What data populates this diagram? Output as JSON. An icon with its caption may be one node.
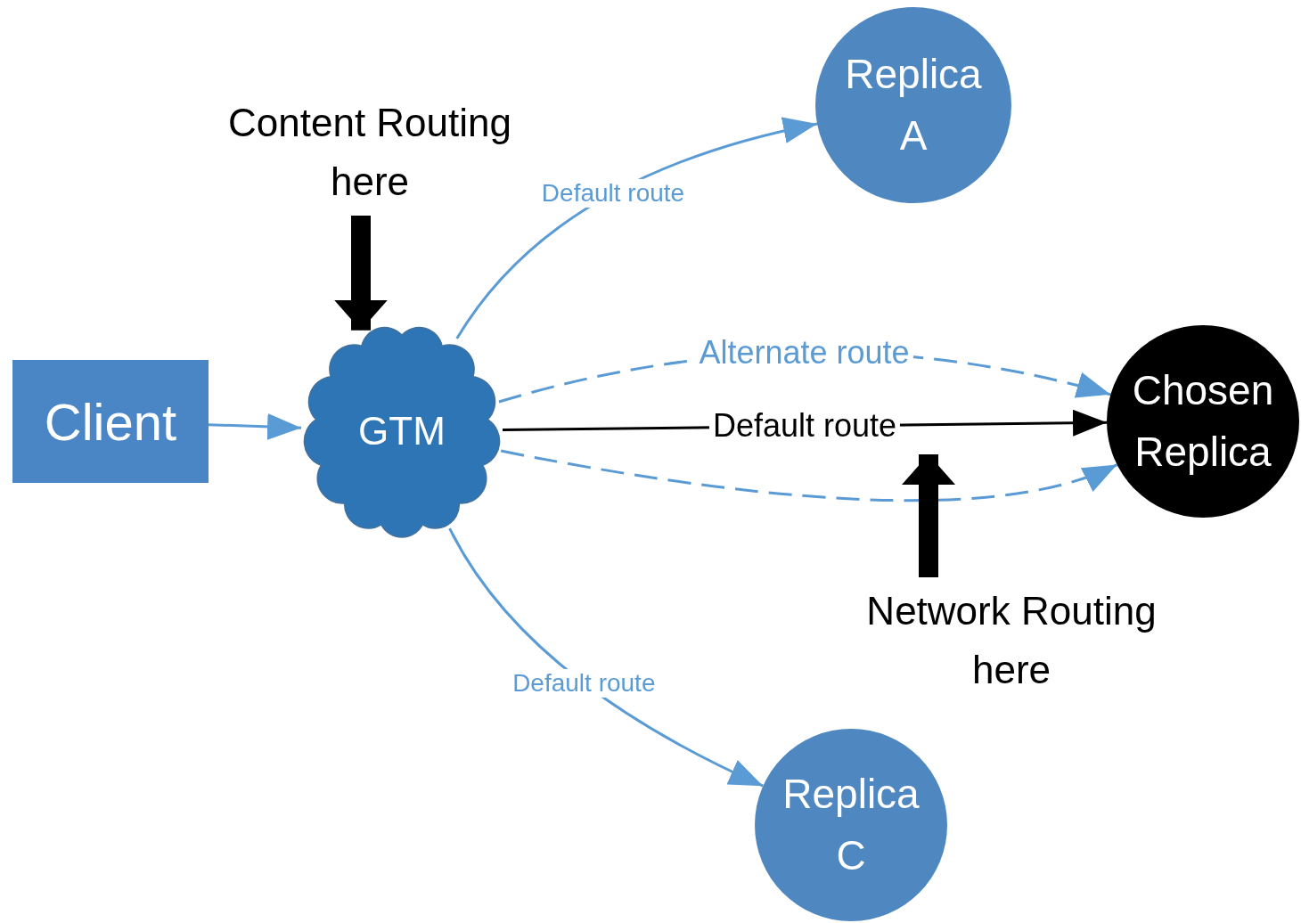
{
  "diagram": {
    "nodes": [
      {
        "text": [
          "Client"
        ]
      },
      {
        "text": [
          "GTM"
        ]
      },
      {
        "text": [
          "Replica A"
        ]
      },
      {
        "text": [
          "Chosen Replica"
        ]
      },
      {
        "text": [
          "Replica C"
        ]
      },
      {
        "text": [
          "Content Routing here"
        ]
      },
      {
        "text": [
          "Network Routing here"
        ]
      }
    ],
    "edges": [
      {
        "from": 0,
        "to": 1,
        "arrow": "to"
      },
      {
        "from": 1,
        "to": 2,
        "arrow": "to",
        "label": "Default route"
      },
      {
        "from": 1,
        "to": 3,
        "arrow": "to",
        "label": "Alternate route",
        "style": "dashed"
      },
      {
        "from": 1,
        "to": 3,
        "arrow": "to",
        "label": "Default route",
        "color": "#000000"
      },
      {
        "from": 1,
        "to": 3,
        "arrow": "to",
        "style": "dashed"
      },
      {
        "from": 1,
        "to": 4,
        "arrow": "to",
        "label": "Default route"
      },
      {
        "from": 5,
        "to": 1,
        "arrow": "to",
        "style": "thick",
        "color": "#000000"
      },
      {
        "from": 6,
        "to": null,
        "arrow": "to",
        "style": "thick",
        "color": "#000000"
      }
    ]
  }
}
